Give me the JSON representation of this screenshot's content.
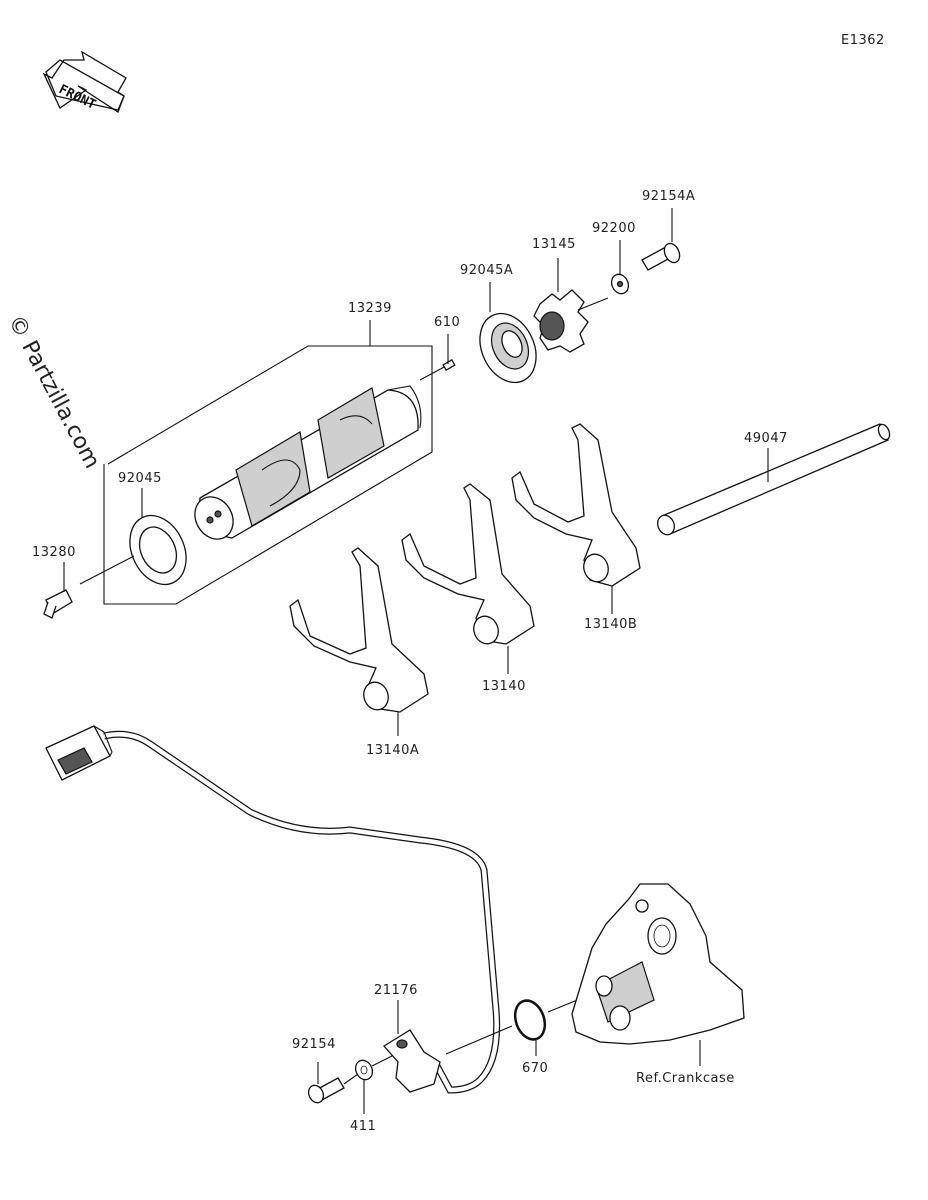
{
  "diagram_code": "E1362",
  "front_label": "FRONT",
  "watermark": "© Partzilla.com",
  "callouts": {
    "p13239": "13239",
    "p610": "610",
    "p92045A": "92045A",
    "p13145": "13145",
    "p92200": "92200",
    "p92154A": "92154A",
    "p92045": "92045",
    "p13280": "13280",
    "p49047": "49047",
    "p13140B": "13140B",
    "p13140": "13140",
    "p13140A": "13140A",
    "p21176": "21176",
    "p92154": "92154",
    "p411": "411",
    "p670": "670",
    "ref_crankcase": "Ref.Crankcase"
  }
}
